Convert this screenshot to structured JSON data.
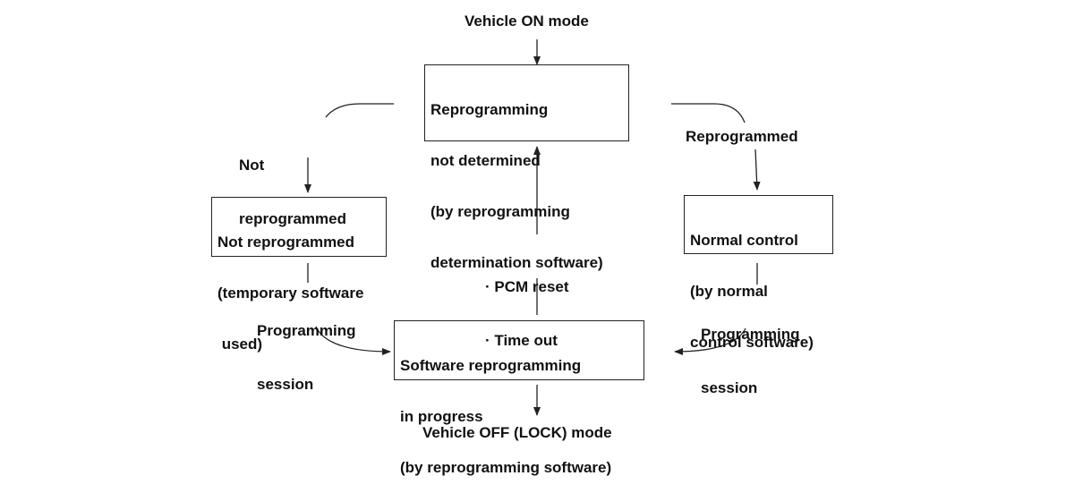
{
  "diagram": {
    "start_label": "Vehicle ON mode",
    "end_label": "Vehicle OFF (LOCK) mode",
    "states": {
      "undetermined": {
        "lines": [
          "Reprogramming",
          "not determined",
          "(by reprogramming",
          "determination software)"
        ]
      },
      "not_reprogrammed": {
        "lines": [
          "Not reprogrammed",
          "(temporary software",
          " used)"
        ]
      },
      "normal_control": {
        "lines": [
          "Normal control",
          "(by normal",
          "control software)"
        ]
      },
      "reprogramming": {
        "lines": [
          "Software reprogramming",
          "in progress",
          "(by reprogramming software)"
        ]
      }
    },
    "transitions": {
      "not_reprogrammed": [
        "Not",
        "reprogrammed"
      ],
      "reprogrammed": "Reprogrammed",
      "session_left": [
        "Programming",
        "session"
      ],
      "session_right": [
        "Programming",
        "session"
      ],
      "reset": [
        "· PCM reset",
        "· Time out"
      ]
    },
    "line_color": "#222222"
  }
}
